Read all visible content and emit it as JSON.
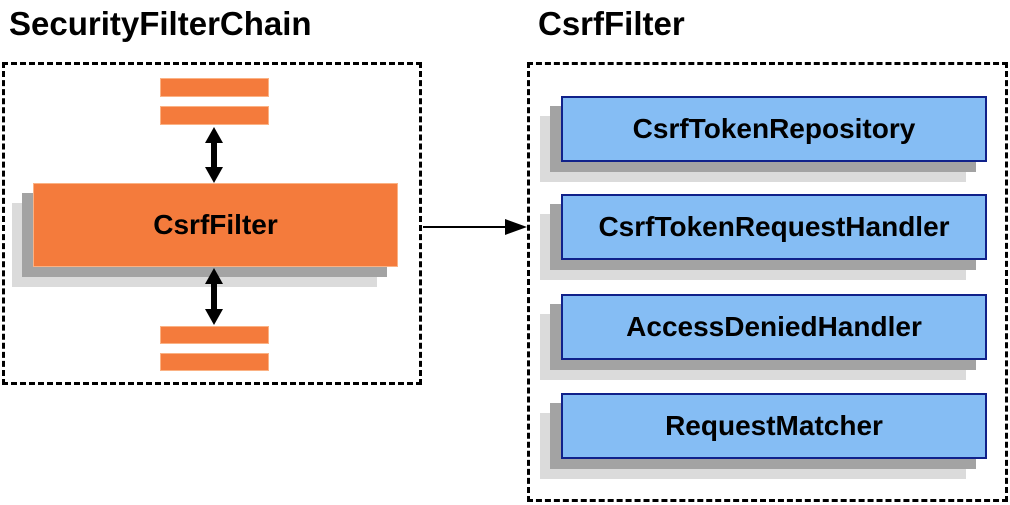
{
  "diagram": {
    "left_panel": {
      "title": "SecurityFilterChain",
      "node_label": "CsrfFilter"
    },
    "right_panel": {
      "title": "CsrfFilter",
      "components": [
        "CsrfTokenRepository",
        "CsrfTokenRequestHandler",
        "AccessDeniedHandler",
        "RequestMatcher"
      ]
    },
    "colors": {
      "orange_fill": "#F47B3C",
      "orange_border": "#FBB284",
      "blue_fill": "#85BDF4",
      "blue_border": "#10218A",
      "shadow_dark": "#A3A3A3",
      "shadow_light": "#DBDBDB",
      "line": "#000000"
    }
  }
}
